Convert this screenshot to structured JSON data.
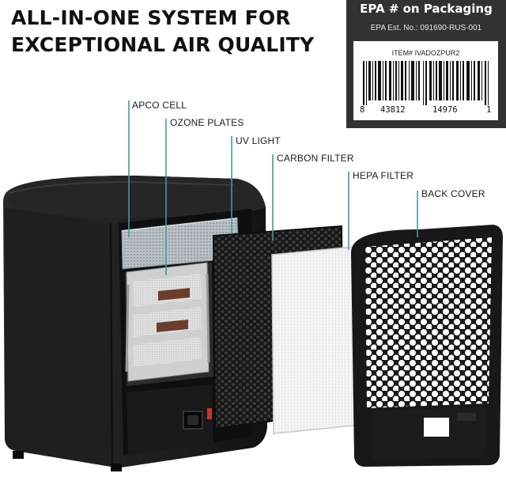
{
  "headline": {
    "line1": "ALL-IN-ONE SYSTEM FOR",
    "line2": "EXCEPTIONAL AIR QUALITY"
  },
  "epa_box": {
    "title": "EPA # on Packaging",
    "est_no": "EPA Est. No.: 091690-RUS-001",
    "item": "ITEM# IVADOZPUR2",
    "digits": [
      "8",
      "43812",
      "14976",
      "1"
    ]
  },
  "callouts": {
    "apco_cell": "APCO CELL",
    "ozone_plates": "OZONE PLATES",
    "uv_light": "UV LIGHT",
    "carbon_filter": "CARBON FILTER",
    "hepa_filter": "HEPA FILTER",
    "back_cover": "BACK COVER"
  },
  "colors": {
    "callout_line": "#3e9aa5",
    "epa_box": "#323232",
    "unit_body": "#1c1c1c"
  }
}
